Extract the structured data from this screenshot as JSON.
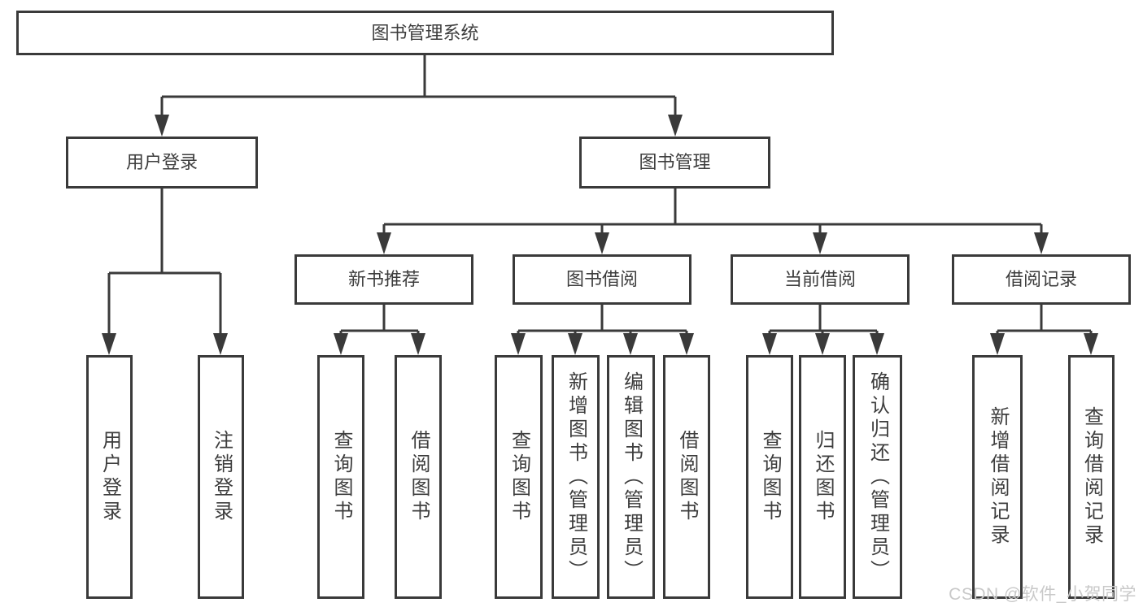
{
  "colors": {
    "line": "#3a3a3a",
    "text": "#3d3d3d",
    "box_background": "#ffffff",
    "watermark": "#c9c9c9"
  },
  "tree": {
    "label": "图书管理系统",
    "children": [
      {
        "label": "用户登录",
        "children": [
          {
            "label": "用户登录"
          },
          {
            "label": "注销登录"
          }
        ]
      },
      {
        "label": "图书管理",
        "children": [
          {
            "label": "新书推荐",
            "children": [
              {
                "label": "查询图书"
              },
              {
                "label": "借阅图书"
              }
            ]
          },
          {
            "label": "图书借阅",
            "children": [
              {
                "label": "查询图书"
              },
              {
                "label": "新增图书（管理员）"
              },
              {
                "label": "编辑图书（管理员）"
              },
              {
                "label": "借阅图书"
              }
            ]
          },
          {
            "label": "当前借阅",
            "children": [
              {
                "label": "查询图书"
              },
              {
                "label": "归还图书"
              },
              {
                "label": "确认归还（管理员）"
              }
            ]
          },
          {
            "label": "借阅记录",
            "children": [
              {
                "label": "新增借阅记录"
              },
              {
                "label": "查询借阅记录"
              }
            ]
          }
        ]
      }
    ]
  },
  "watermark": {
    "text": "CSDN @软件_小贺同学"
  }
}
